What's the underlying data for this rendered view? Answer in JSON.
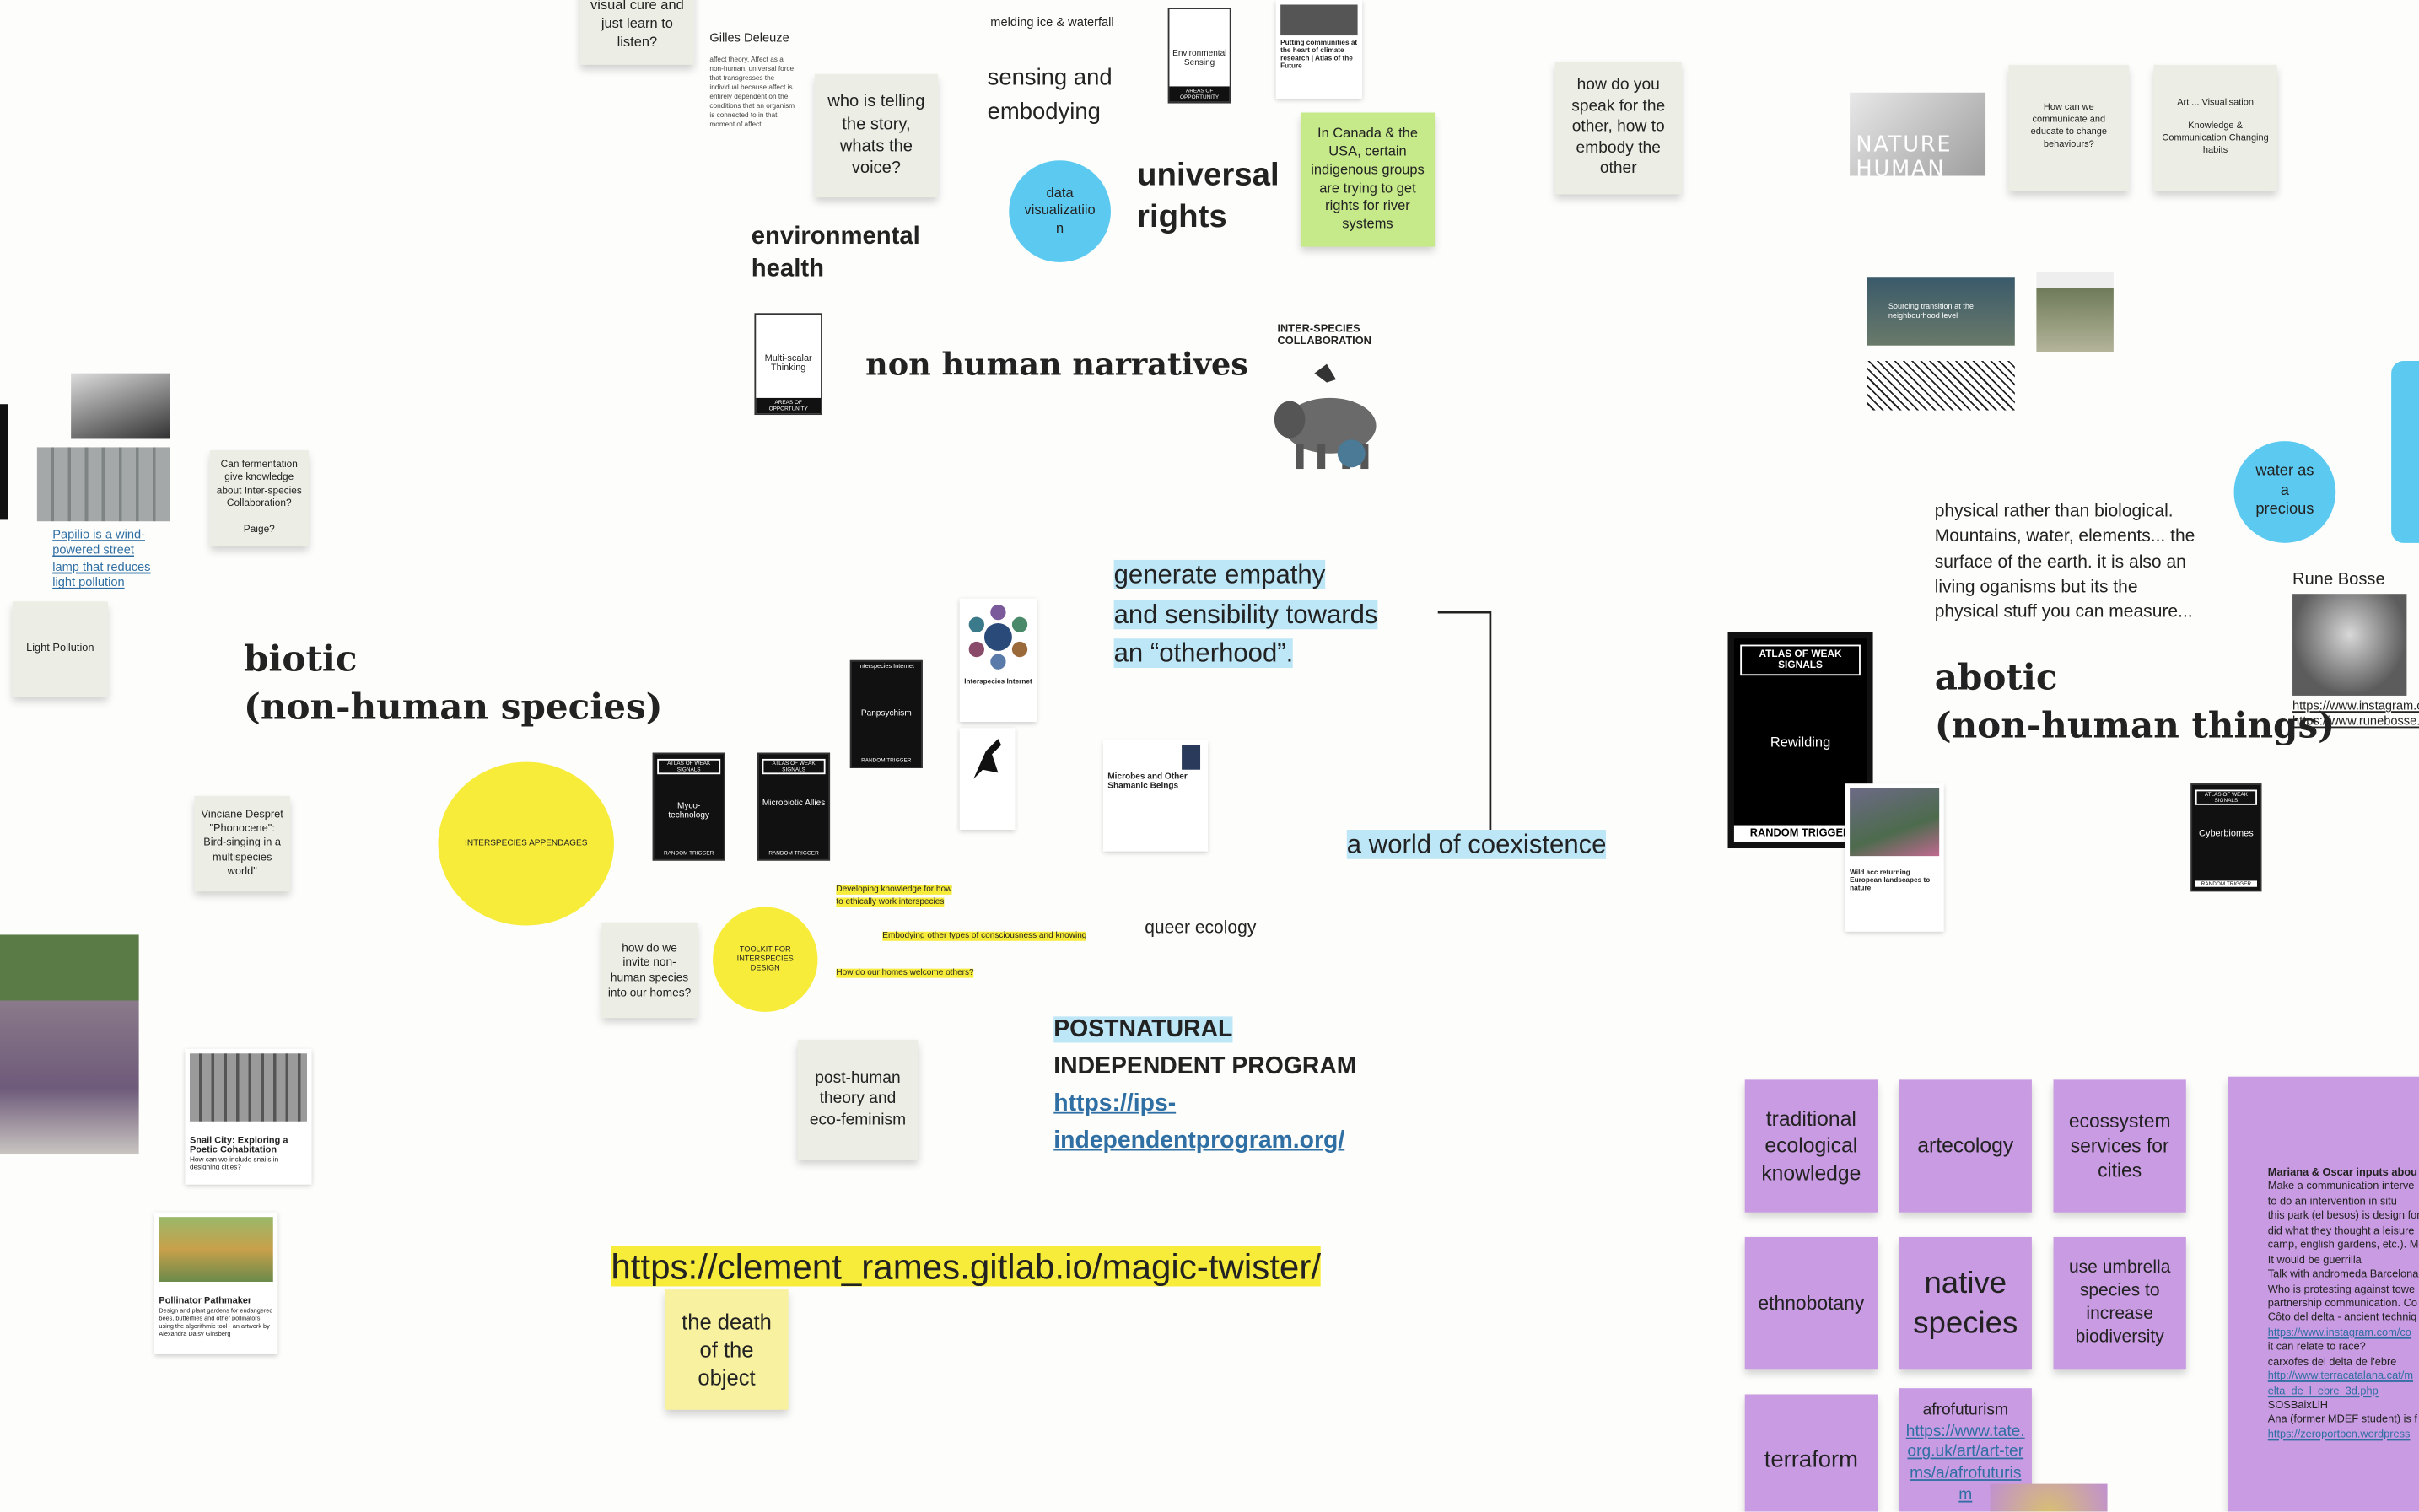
{
  "top": {
    "visual_cure": "visual cure and just learn to listen?",
    "gilles_title": "Gilles Deleuze",
    "gilles_body": "affect theory. Affect as a non-human, universal force that transgresses the individual because affect is entirely dependent on the conditions that an organism is connected to in that moment of affect",
    "melding": "melding ice & waterfall",
    "who_telling": "who is telling the story, whats the voice?",
    "sensing": "sensing and embodying",
    "data_vis": "data visualizatiio n",
    "universal_rights": "universal rights",
    "environmental_health": "environmental health",
    "env_sensing_card": "Environmental Sensing",
    "areas_opportunity": "AREAS OF OPPORTUNITY",
    "putting_communities": "Putting communities at the heart of climate research | Atlas of the Future",
    "canada": "In Canada & the USA, certain indigenous groups are trying to get rights for river systems",
    "how_speak": "how do you speak for the other, how to embody the other",
    "nature_human": "NATURE HUMAN",
    "how_communicate": "How can we communicate and educate to change behaviours?",
    "art_vis": "Art ... Visualisation\n\nKnowledge & Communication Changing habits"
  },
  "mid": {
    "multi_scalar": "Multi-scalar Thinking",
    "non_human_narratives": "non human narratives",
    "inter_species": "INTER-SPECIES COLLABORATION",
    "papilio": "Papilio is a wind-powered street lamp that reduces light pollution",
    "fermentation": "Can fermentation give knowledge about Inter-species Collaboration?\n\nPaige?",
    "light_pollution": "Light Pollution",
    "biotic": "biotic",
    "biotic_sub": "(non-human species)",
    "generate_empathy_1": "generate empathy",
    "generate_empathy_2": " and sensibility towards",
    "generate_empathy_3": " an “otherhood”.",
    "world_coexistence": "a world of coexistence",
    "water_precious": "water as a precious",
    "physical_text": "physical rather than biological. Mountains, water, elements... the surface of the earth. it is also an living oganisms but its the physical stuff you can measure...",
    "rune_bosse": "Rune Bosse",
    "insta_link": "https://www.instagram.com",
    "runebosse_link": "https://www.runebosse.c",
    "abotic": "abotic",
    "abotic_sub": "(non-human things)",
    "rewilding": "Rewilding",
    "atlas_weak": "ATLAS OF WEAK SIGNALS",
    "random_trigger": "RANDOM TRIGGER",
    "wild_acc": "Wild acc returning European landscapes to nature",
    "cyberbiomes": "Cyberbiomes",
    "sourcing": "Sourcing transition at the neighbourhood level"
  },
  "lower": {
    "vinciane": "Vinciane Despret \"Phonocene\": Bird-singing in a multispecies world\"",
    "interspecies_appendages": "INTERSPECIES APPENDAGES",
    "myco": "Myco-technology",
    "microbiotic": "Microbiotic Allies",
    "panpsychism": "Panpsychism",
    "interspecies_internet_card": "Interspecies Internet",
    "interspecies_internet": "Interspecies Internet",
    "microbes": "Microbes and Other Shamanic Beings",
    "invite": "how do we invite non-human species into our homes?",
    "toolkit": "TOOLKIT FOR INTERSPECIES DESIGN",
    "developing": "Developing knowledge for how to ethically work interspecies",
    "embodying": "Embodying other types of consciousness and knowing",
    "homes_welcome": "How do our homes welcome others?",
    "queer_ecology": "queer ecology",
    "postnatural": "POSTNATURAL",
    "independent": "INDEPENDENT PROGRAM",
    "ips_link": "https://ips-independentprogram.org/",
    "post_human": "post-human theory and eco-feminism",
    "snail_city": "Snail City: Exploring a Poetic Cohabitation",
    "snail_desc": "How can we include snails in designing cities?",
    "pollinator": "Pollinator Pathmaker",
    "pollinator_desc": "Design and plant gardens for endangered bees, butterflies and other pollinators using the algorithmic tool - an artwork by Alexandra Daisy Ginsberg",
    "magic_twister": "https://clement_rames.gitlab.io/magic-twister/",
    "death_object": "the death of the object"
  },
  "purple": {
    "traditional": "traditional ecological knowledge",
    "artecology": "artecology",
    "ecosystem": "ecossystem services for cities",
    "ethnobotany": "ethnobotany",
    "native": "native species",
    "umbrella": "use umbrella species to increase biodiversity",
    "terraform": "terraform",
    "afrofuturism": "afrofuturism",
    "afro_link": "https://www.tate.org.uk/art/art-terms/a/afrofuturism",
    "big_title": "Mariana & Oscar inputs abou",
    "big_body": "Make a communication interve\nto do an intervention in situ\nthis park (el besos) is design for\ndid what they thought a leisure\ncamp, english gardens, etc.). Mo\nIt would be guerrilla\nTalk with andromeda Barcelona\nWho is protesting against towe\npartnership communication. Co\nCôto del delta - ancient techniq",
    "big_link1": "https://www.instagram.com/co",
    "big_mid": "it can relate to race?\ncarxofes del delta de l'ebre",
    "big_link2": "http://www.terracatalana.cat/m",
    "big_link3": "elta_de_l_ebre_3d.php",
    "big_tail": "SOSBaixLlH\nAna (former MDEF student) is f",
    "big_link4": "https://zeroportbcn.wordpress"
  }
}
